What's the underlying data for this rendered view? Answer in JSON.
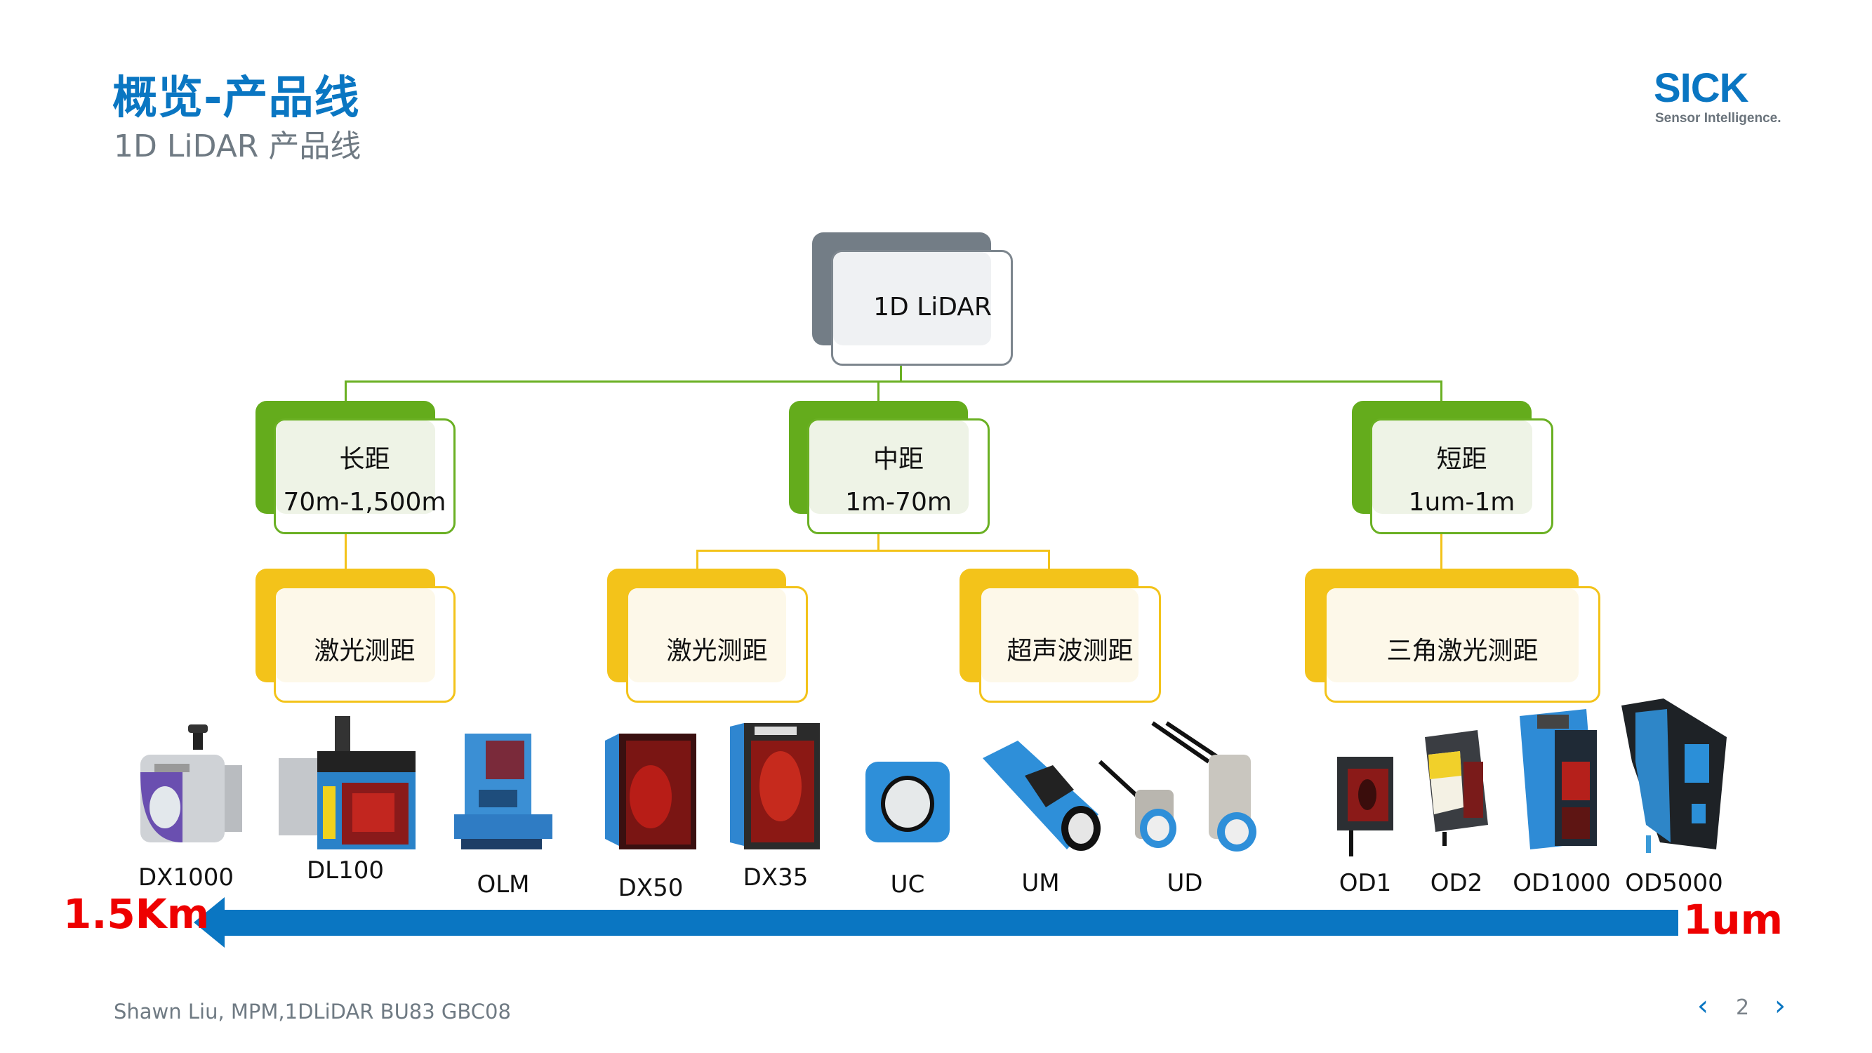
{
  "header": {
    "title": "概览-产品线",
    "subtitle": "1D LiDAR 产品线"
  },
  "logo": {
    "wordmark": "SICK",
    "tagline": "Sensor Intelligence."
  },
  "tree": {
    "root": {
      "label": "1D LiDAR"
    },
    "ranges": [
      {
        "name": "长距",
        "span": "70m-1,500m",
        "children": [
          "激光测距"
        ]
      },
      {
        "name": "中距",
        "span": "1m-70m",
        "children": [
          "激光测距",
          "超声波测距"
        ]
      },
      {
        "name": "短距",
        "span": "1um-1m",
        "children": [
          "三角激光测距"
        ]
      }
    ]
  },
  "products": [
    {
      "name": "DX1000",
      "kind": "laser-long"
    },
    {
      "name": "DL100",
      "kind": "laser-long"
    },
    {
      "name": "OLM",
      "kind": "laser-long"
    },
    {
      "name": "DX50",
      "kind": "laser-mid"
    },
    {
      "name": "DX35",
      "kind": "laser-mid"
    },
    {
      "name": "UC",
      "kind": "ultrasonic"
    },
    {
      "name": "UM",
      "kind": "ultrasonic"
    },
    {
      "name": "UD",
      "kind": "ultrasonic"
    },
    {
      "name": "OD1",
      "kind": "triangulation"
    },
    {
      "name": "OD2",
      "kind": "triangulation"
    },
    {
      "name": "OD1000",
      "kind": "triangulation"
    },
    {
      "name": "OD5000",
      "kind": "triangulation"
    }
  ],
  "scale": {
    "left_label": "1.5Km",
    "right_label": "1um"
  },
  "footer": {
    "author": "Shawn Liu, MPM,1DLiDAR BU83 GBC08",
    "page": "2",
    "prev": "‹",
    "next": "›"
  },
  "colors": {
    "brand_blue": "#0a76c2",
    "green": "#6ab023",
    "yellow": "#f3c31a",
    "gray": "#737d86",
    "red": "#ee0000"
  }
}
